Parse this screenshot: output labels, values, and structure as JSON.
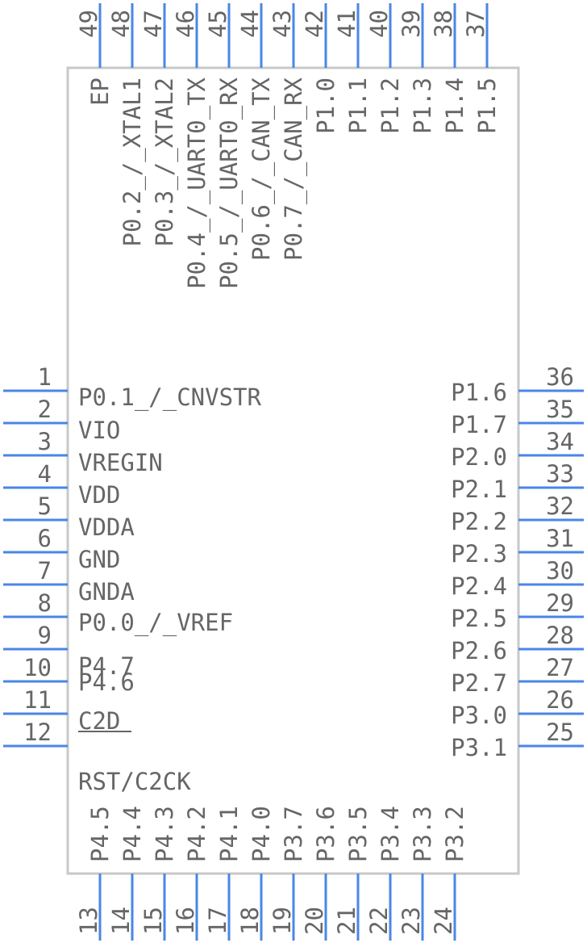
{
  "colors": {
    "pin": "#4a86e8",
    "body_stroke": "#c8c8c8",
    "text": "#666666"
  },
  "left_pins": [
    {
      "num": "1",
      "label": "P0.1_/_CNVSTR"
    },
    {
      "num": "2",
      "label": "VIO"
    },
    {
      "num": "3",
      "label": "VREGIN"
    },
    {
      "num": "4",
      "label": "VDD"
    },
    {
      "num": "5",
      "label": "VDDA"
    },
    {
      "num": "6",
      "label": "GND"
    },
    {
      "num": "7",
      "label": "GNDA"
    },
    {
      "num": "8",
      "label": "P0.0_/_VREF"
    },
    {
      "num": "9",
      "label": "P4.7"
    },
    {
      "num": "10",
      "label": "P4.6"
    },
    {
      "num": "11",
      "label": "C2D"
    },
    {
      "num": "12",
      "label": "RST/C2CK"
    }
  ],
  "right_pins": [
    {
      "num": "36",
      "label": "P1.6"
    },
    {
      "num": "35",
      "label": "P1.7"
    },
    {
      "num": "34",
      "label": "P2.0"
    },
    {
      "num": "33",
      "label": "P2.1"
    },
    {
      "num": "32",
      "label": "P2.2"
    },
    {
      "num": "31",
      "label": "P2.3"
    },
    {
      "num": "30",
      "label": "P2.4"
    },
    {
      "num": "29",
      "label": "P2.5"
    },
    {
      "num": "28",
      "label": "P2.6"
    },
    {
      "num": "27",
      "label": "P2.7"
    },
    {
      "num": "26",
      "label": "P3.0"
    },
    {
      "num": "25",
      "label": "P3.1"
    }
  ],
  "top_pins": [
    {
      "num": "49",
      "label": "EP"
    },
    {
      "num": "48",
      "label": "P0.2_/_XTAL1"
    },
    {
      "num": "47",
      "label": "P0.3_/_XTAL2"
    },
    {
      "num": "46",
      "label": "P0.4_/_UART0_TX"
    },
    {
      "num": "45",
      "label": "P0.5_/_UART0_RX"
    },
    {
      "num": "44",
      "label": "P0.6_/_CAN_TX"
    },
    {
      "num": "43",
      "label": "P0.7_/_CAN_RX"
    },
    {
      "num": "42",
      "label": "P1.0"
    },
    {
      "num": "41",
      "label": "P1.1"
    },
    {
      "num": "40",
      "label": "P1.2"
    },
    {
      "num": "39",
      "label": "P1.3"
    },
    {
      "num": "38",
      "label": "P1.4"
    },
    {
      "num": "37",
      "label": "P1.5"
    }
  ],
  "bottom_pins": [
    {
      "num": "13",
      "label": "P4.5"
    },
    {
      "num": "14",
      "label": "P4.4"
    },
    {
      "num": "15",
      "label": "P4.3"
    },
    {
      "num": "16",
      "label": "P4.2"
    },
    {
      "num": "17",
      "label": "P4.1"
    },
    {
      "num": "18",
      "label": "P4.0"
    },
    {
      "num": "19",
      "label": "P3.7"
    },
    {
      "num": "20",
      "label": "P3.6"
    },
    {
      "num": "21",
      "label": "P3.5"
    },
    {
      "num": "22",
      "label": "P3.4"
    },
    {
      "num": "23",
      "label": "P3.3"
    },
    {
      "num": "24",
      "label": "P3.2"
    }
  ]
}
